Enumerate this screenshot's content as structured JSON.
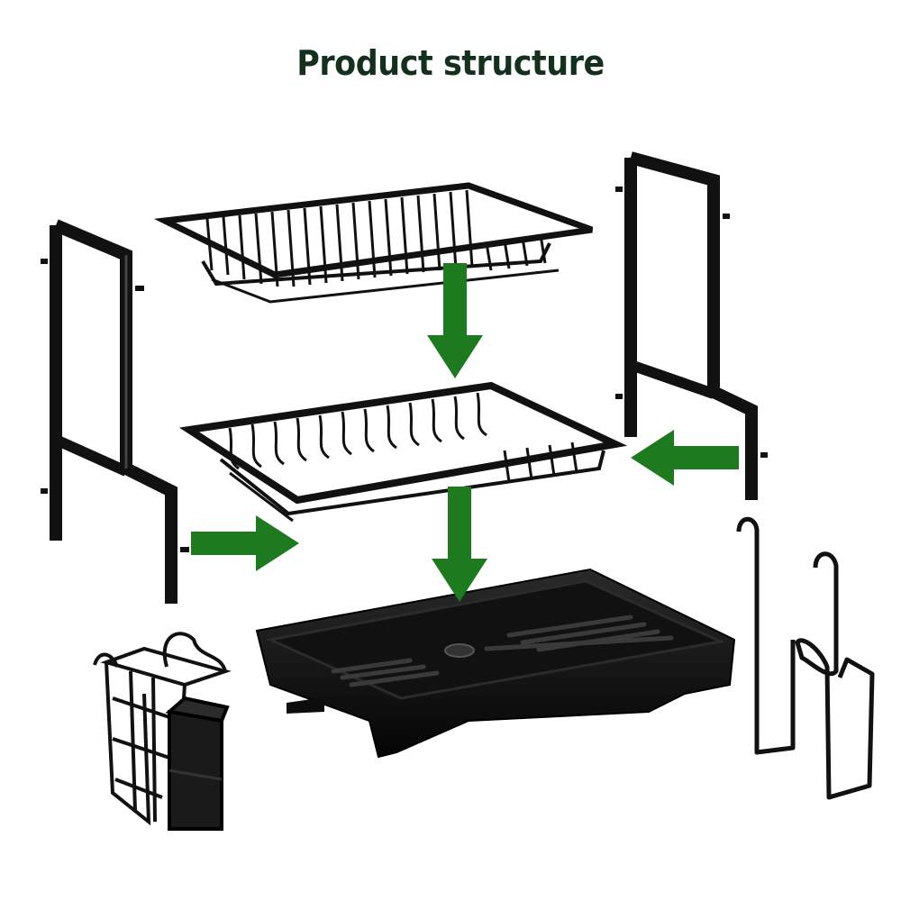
{
  "title": "Product structure",
  "colors": {
    "title": "#13301c",
    "arrow": "#1e7a1e",
    "metal": "#111111",
    "metal_highlight": "#555555",
    "tray": "#0d0d0d",
    "tray_highlight": "#3a3a3a",
    "background": "#ffffff"
  },
  "components": [
    "left-side-frame-icon",
    "right-side-frame-icon",
    "upper-dish-basket-icon",
    "lower-dish-basket-icon",
    "drip-tray-icon",
    "utensil-holder-icon",
    "cup-hook-icon",
    "cup-hook-icon"
  ],
  "arrows": [
    "down",
    "down",
    "right",
    "left"
  ]
}
